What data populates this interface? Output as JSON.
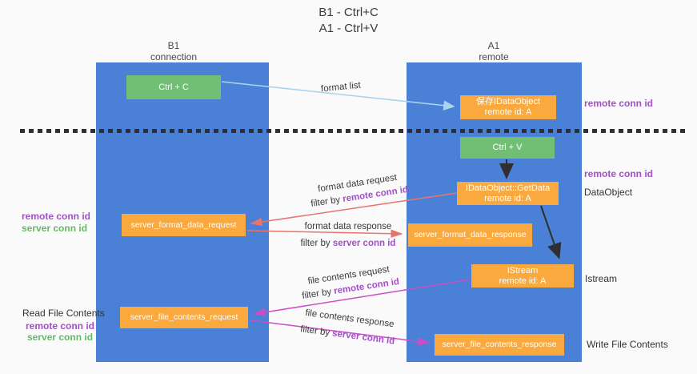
{
  "title": {
    "line1": "B1 - Ctrl+C",
    "line2": "A1 - Ctrl+V"
  },
  "columns": {
    "left": {
      "header_line1": "B1",
      "header_line2": "connection"
    },
    "right": {
      "header_line1": "A1",
      "header_line2": "remote"
    }
  },
  "boxes": {
    "ctrl_c": "Ctrl + C",
    "ctrl_v": "Ctrl + V",
    "save_dataobject": {
      "line1": "保存IDataObject",
      "line2": "remote id: A"
    },
    "getdata": {
      "line1": "IDataObject::GetData",
      "line2": "remote id: A"
    },
    "istream": {
      "line1": "IStream",
      "line2": "remote id: A"
    },
    "server_format_data_request": "server_format_data_request",
    "server_format_data_response": "server_format_data_response",
    "server_file_contents_request": "server_file_contents_request",
    "server_file_contents_response": "server_file_contents_response"
  },
  "arrow_labels": {
    "format_list": "format list",
    "format_request_line1": "format data request",
    "format_request_filter_prefix": "filter by",
    "format_request_filter_value": "remote conn id",
    "format_response_line1": "format data response",
    "format_response_filter_prefix": "filter by",
    "format_response_filter_value": "server conn id",
    "file_request_line1": "file contents request",
    "file_request_filter_prefix": "filter by",
    "file_request_filter_value": "remote conn id",
    "file_response_line1": "file contents response",
    "file_response_filter_prefix": "filter by",
    "file_response_filter_value": "server conn id"
  },
  "side_labels": {
    "right_remote_conn_id_top": "remote conn id",
    "right_remote_conn_id_mid": "remote conn id",
    "right_dataobject": "DataObject",
    "right_istream": "Istream",
    "right_write_file_contents": "Write File Contents",
    "left_remote_conn_id_1": "remote conn id",
    "left_server_conn_id_1": "server conn id",
    "left_read_file_contents": "Read File Contents",
    "left_remote_conn_id_2": "remote conn id",
    "left_server_conn_id_2": "server conn id"
  },
  "colors": {
    "column_blue": "#4a80d5",
    "box_green": "#71bf74",
    "box_orange": "#f9a93d",
    "arrow_salmon": "#e9746b",
    "arrow_magenta": "#cb4ec6",
    "arrow_lightblue": "#a9d3ef",
    "arrow_black": "#2f2f2f",
    "label_purple": "#a24fc9",
    "label_green": "#64bb66"
  }
}
